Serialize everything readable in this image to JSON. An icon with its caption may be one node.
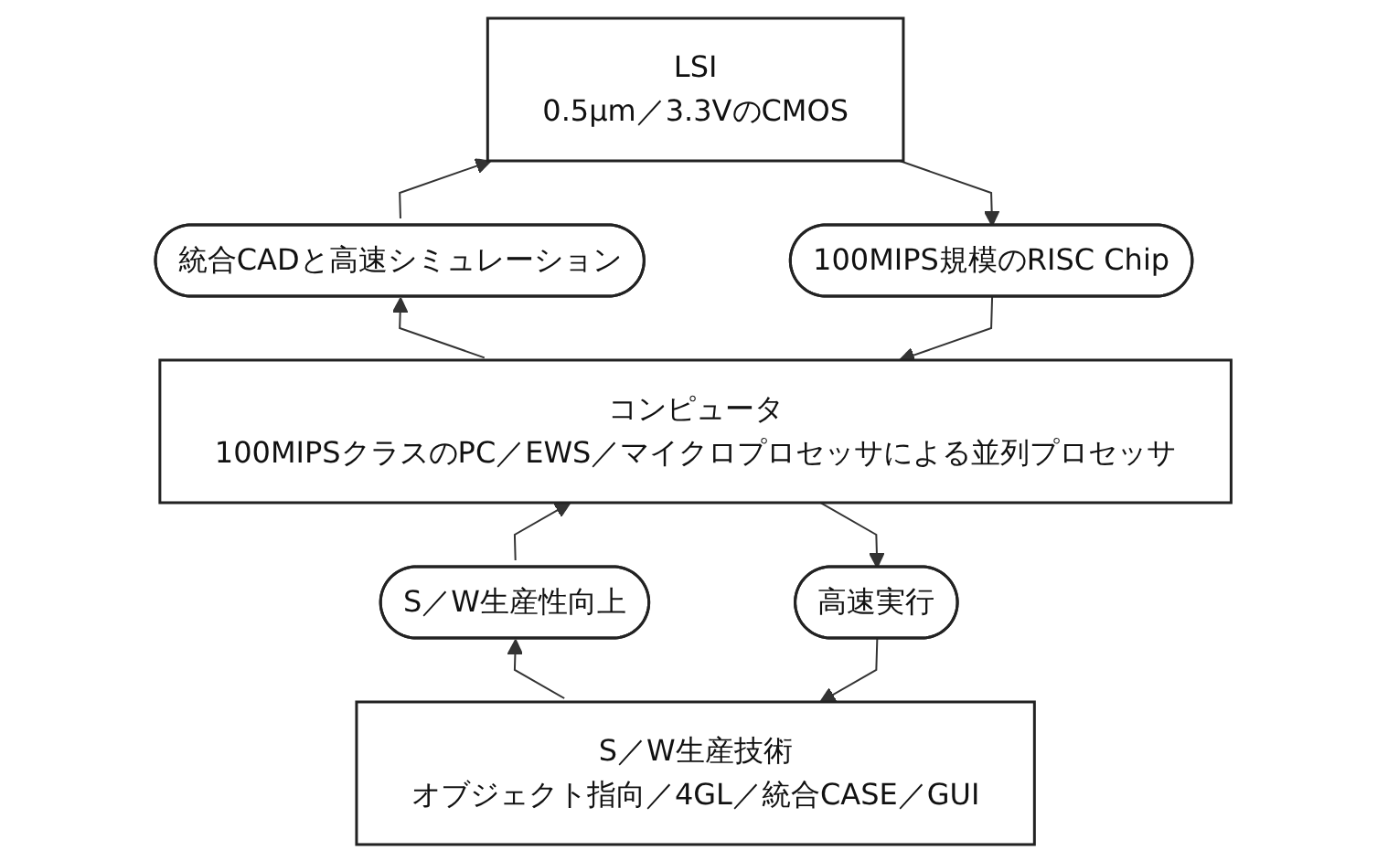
{
  "diagram": {
    "nodes": [
      {
        "text": [
          "LSI",
          "0.5μm／3.3VのCMOS"
        ]
      },
      {
        "text": [
          "統合CADと高速シミュレーション"
        ]
      },
      {
        "text": [
          "100MIPS規模のRISC Chip"
        ]
      },
      {
        "text": [
          "コンピュータ",
          "100MIPSクラスのPC／EWS／マイクロプロセッサによる並列プロセッサ"
        ]
      },
      {
        "text": [
          "S／W生産性向上"
        ]
      },
      {
        "text": [
          "高速実行"
        ]
      },
      {
        "text": [
          "S／W生産技術",
          "オブジェクト指向／4GL／統合CASE／GUI"
        ]
      }
    ],
    "edges": [
      {
        "from": 1,
        "to": 0,
        "arrow": "to"
      },
      {
        "from": 0,
        "to": 2,
        "arrow": "to"
      },
      {
        "from": 3,
        "to": 1,
        "arrow": "to"
      },
      {
        "from": 2,
        "to": 3,
        "arrow": "to"
      },
      {
        "from": 4,
        "to": 3,
        "arrow": "to"
      },
      {
        "from": 3,
        "to": 5,
        "arrow": "to"
      },
      {
        "from": 6,
        "to": 4,
        "arrow": "to"
      },
      {
        "from": 5,
        "to": 6,
        "arrow": "to"
      }
    ]
  }
}
